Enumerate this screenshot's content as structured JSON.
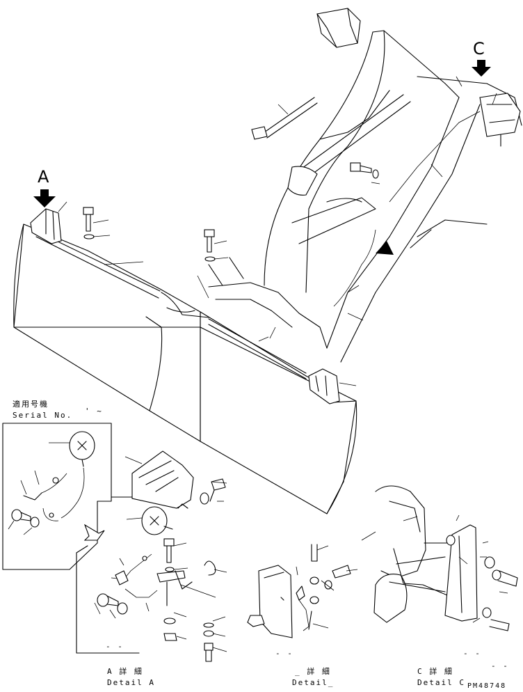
{
  "view_markers": {
    "a": "A",
    "c": "C"
  },
  "serial": {
    "jp": "適用号機",
    "en": "Serial No.",
    "blank": "' ~"
  },
  "captions": [
    {
      "jp": "A 詳 細",
      "en": "Detail A"
    },
    {
      "jp": "_ 詳 細",
      "en": "Detail_"
    },
    {
      "jp": "C 詳 細",
      "en": "Detail C"
    }
  ],
  "drawing_number": "PM48748",
  "placeholders": [
    "- -",
    "- -",
    "- -",
    "- -"
  ]
}
